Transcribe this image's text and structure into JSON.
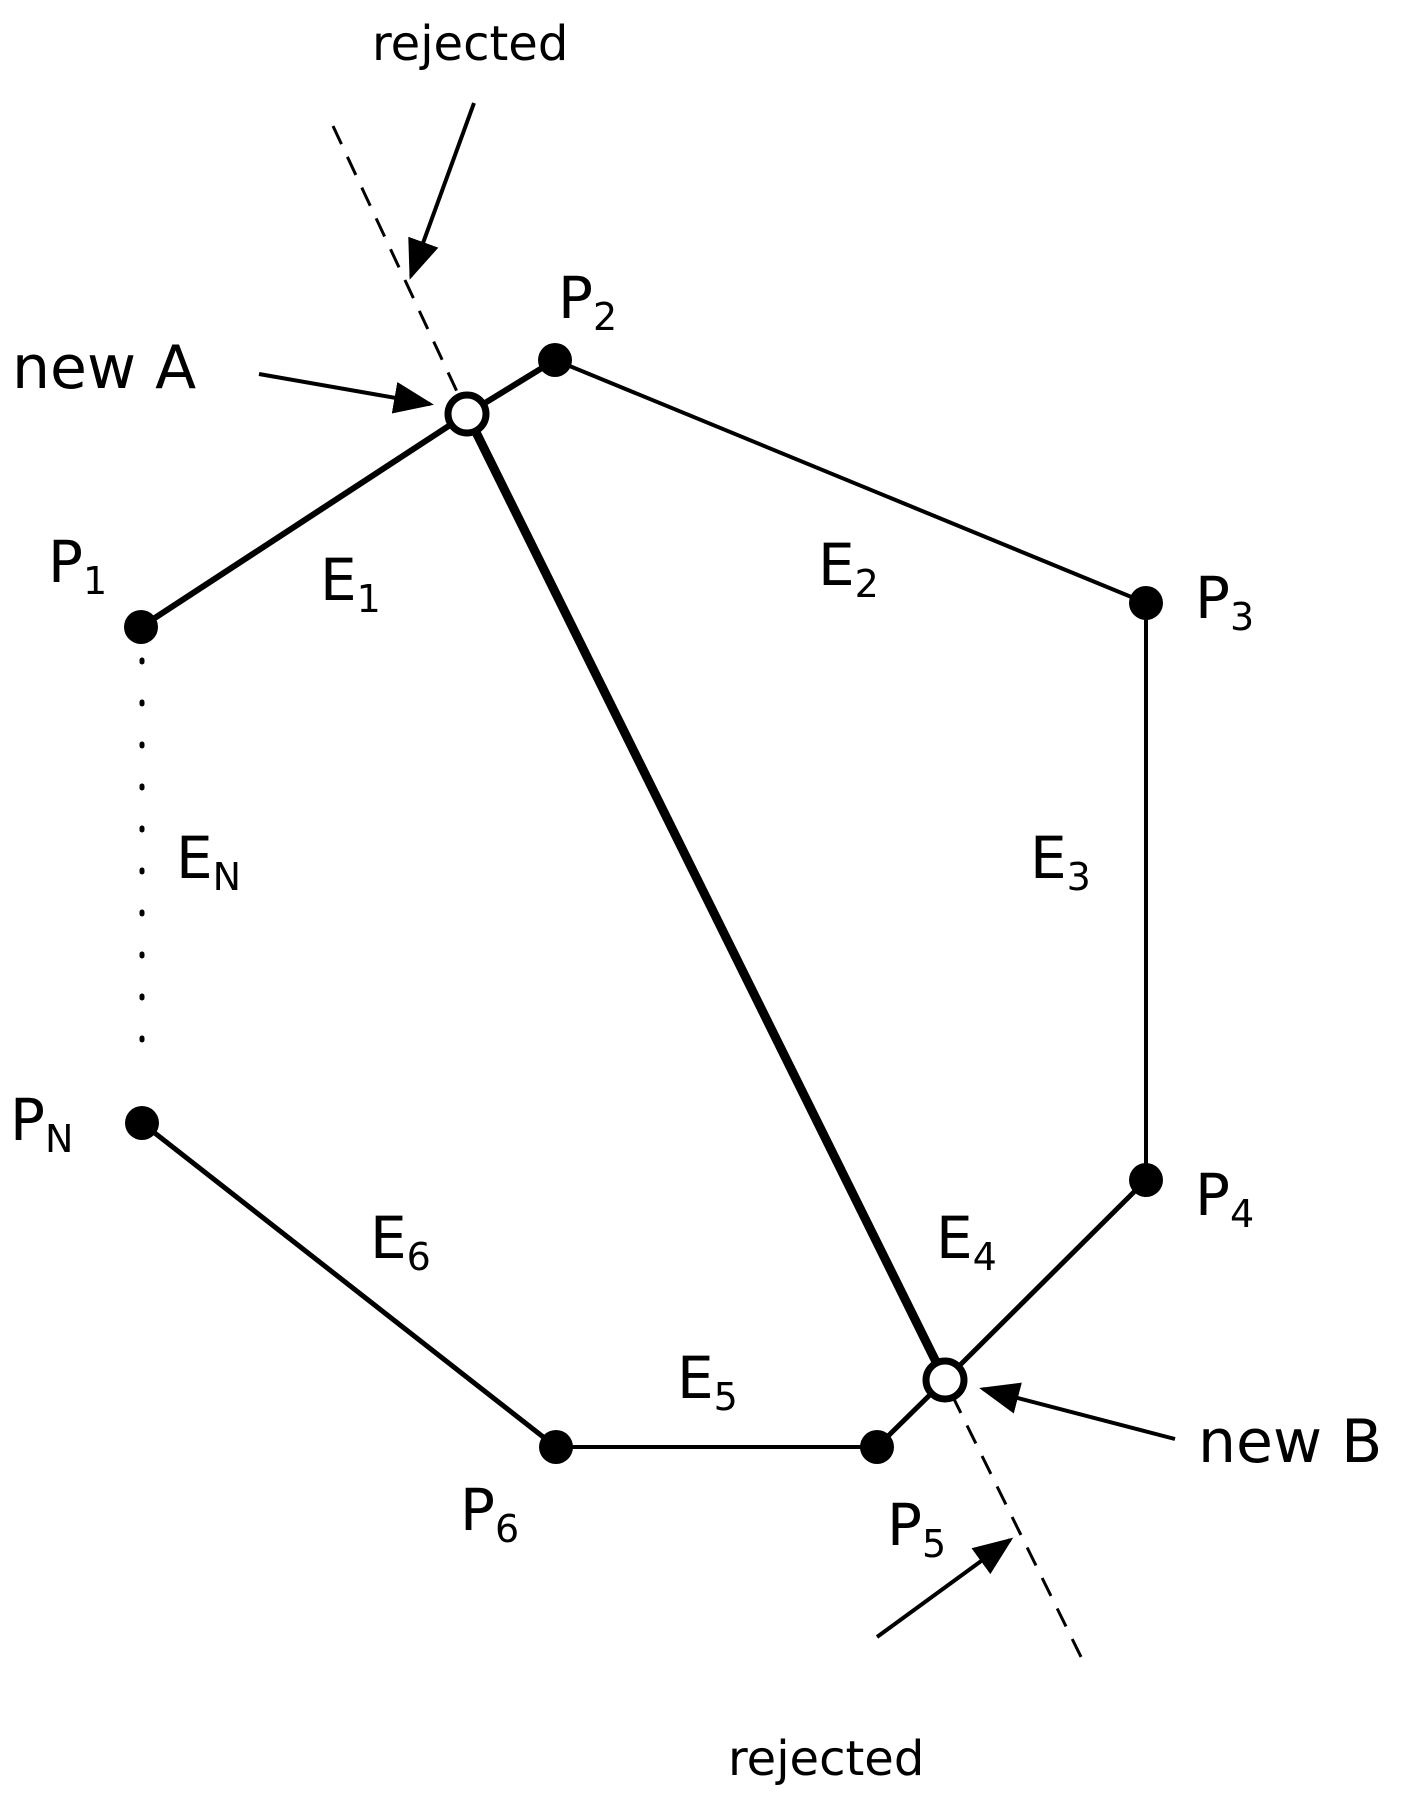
{
  "diagram": {
    "colors": {
      "ink": "#000000",
      "background": "#ffffff"
    },
    "captions": {
      "rejected_top": "rejected",
      "rejected_bottom": "rejected",
      "new_a": "new A",
      "new_b": "new B"
    },
    "points": [
      {
        "id": "p1",
        "base": "P",
        "sub": "1"
      },
      {
        "id": "p2",
        "base": "P",
        "sub": "2"
      },
      {
        "id": "p3",
        "base": "P",
        "sub": "3"
      },
      {
        "id": "p4",
        "base": "P",
        "sub": "4"
      },
      {
        "id": "p5",
        "base": "P",
        "sub": "5"
      },
      {
        "id": "p6",
        "base": "P",
        "sub": "6"
      },
      {
        "id": "pn",
        "base": "P",
        "sub": "N"
      }
    ],
    "edges": [
      {
        "id": "e1",
        "base": "E",
        "sub": "1"
      },
      {
        "id": "e2",
        "base": "E",
        "sub": "2"
      },
      {
        "id": "e3",
        "base": "E",
        "sub": "3"
      },
      {
        "id": "e4",
        "base": "E",
        "sub": "4"
      },
      {
        "id": "e5",
        "base": "E",
        "sub": "5"
      },
      {
        "id": "e6",
        "base": "E",
        "sub": "6"
      },
      {
        "id": "en",
        "base": "E",
        "sub": "N"
      }
    ]
  }
}
